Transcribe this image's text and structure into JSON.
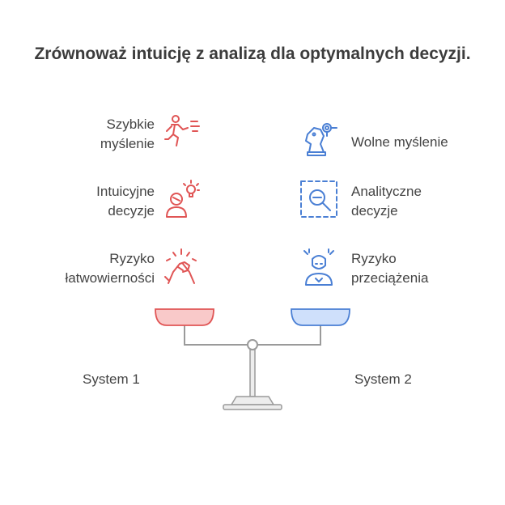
{
  "title": "Zrównoważ intuicję z analizą dla optymalnych decyzji.",
  "left": {
    "items": [
      {
        "label": "Szybkie\nmyślenie",
        "icon": "running-person-icon"
      },
      {
        "label": "Intuicyjne\ndecyzje",
        "icon": "lightbulb-idea-icon"
      },
      {
        "label": "Ryzyko\nłatwowierności",
        "icon": "handshake-arm-wrestle-icon"
      }
    ],
    "system_label": "System 1",
    "color": "#e05555",
    "pan_fill": "#f9c9c9"
  },
  "right": {
    "items": [
      {
        "label": "Wolne myślenie",
        "icon": "chess-knight-icon"
      },
      {
        "label": "Analityczne\ndecyzje",
        "icon": "magnifier-analysis-icon"
      },
      {
        "label": "Ryzyko\nprzeciążenia",
        "icon": "stressed-person-icon"
      }
    ],
    "system_label": "System 2",
    "color": "#4a7fd4",
    "pan_fill": "#cfe0fb"
  },
  "scale_color": "#9a9a9a"
}
